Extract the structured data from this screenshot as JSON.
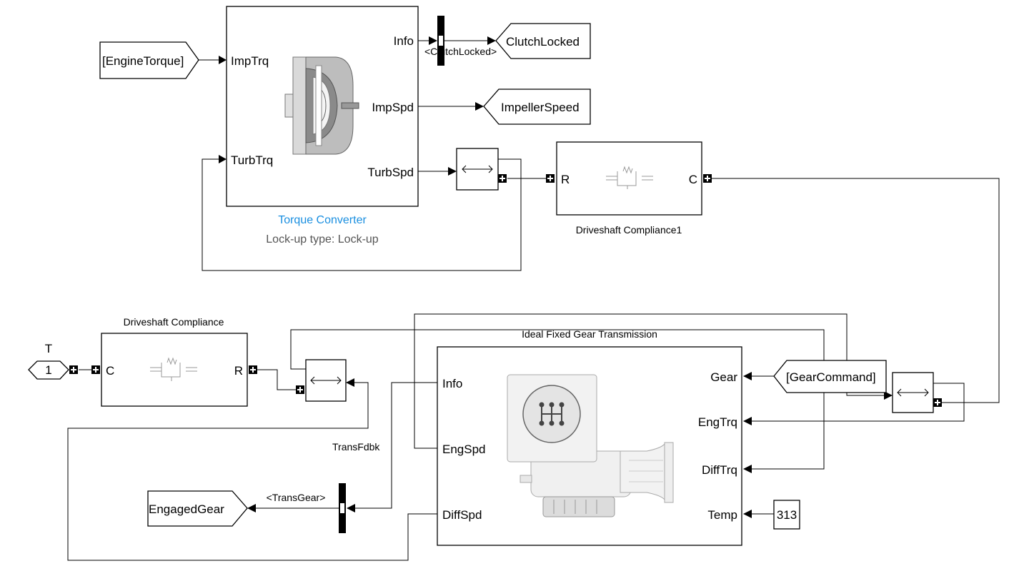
{
  "blocks": {
    "engine_torque_from": "[EngineTorque]",
    "torque_converter": {
      "title": "Torque Converter",
      "subtitle": "Lock-up type:  Lock-up",
      "ports": {
        "imptrq": "ImpTrq",
        "turbtrq": "TurbTrq",
        "info": "Info",
        "impspd": "ImpSpd",
        "turbspd": "TurbSpd"
      }
    },
    "clutch_locked_goto": "ClutchLocked",
    "clutch_locked_signal": "<ClutchLocked>",
    "impeller_speed_goto": "ImpellerSpeed",
    "driveshaft_compliance1": {
      "title": "Driveshaft Compliance1",
      "port_r": "R",
      "port_c": "C"
    },
    "driveshaft_compliance": {
      "title": "Driveshaft Compliance",
      "port_c": "C",
      "port_r": "R"
    },
    "inport": {
      "value": "1",
      "label": "T"
    },
    "transmission": {
      "title": "Ideal Fixed Gear Transmission",
      "ports": {
        "info": "Info",
        "engspd": "EngSpd",
        "diffspd": "DiffSpd",
        "gear": "Gear",
        "engtrq": "EngTrq",
        "difftrq": "DiffTrq",
        "temp": "Temp"
      }
    },
    "gear_command_from": "[GearCommand]",
    "temp_constant": "313",
    "engaged_gear_goto": "EngagedGear",
    "trans_gear_signal": "<TransGear>",
    "trans_fdbk_label": "TransFdbk"
  },
  "colors": {
    "link": "#1a8fe0",
    "subtitle": "#555555",
    "line": "#000000"
  }
}
